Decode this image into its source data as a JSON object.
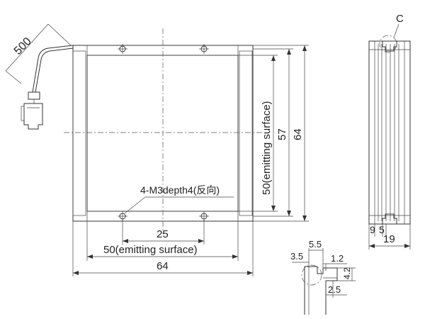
{
  "front_view": {
    "cable_length": "500",
    "hole_spec": "4-M3depth4(反向)",
    "dim_hole_pitch": "25",
    "dim_emit_width": "50(emitting surface)",
    "dim_total_width": "64",
    "dim_emit_height": "50(emitting surface)",
    "dim_hole_vertical": "57",
    "dim_total_height": "64"
  },
  "side_view": {
    "detail_callout": "C",
    "dim_left": "9",
    "dim_mid": "5",
    "dim_total_depth": "19"
  },
  "detail_c": {
    "dim_5_5": "5.5",
    "dim_3_5": "3.5",
    "dim_1_2": "1.2",
    "dim_4_2": "4.2",
    "dim_2_5": "2.5"
  }
}
